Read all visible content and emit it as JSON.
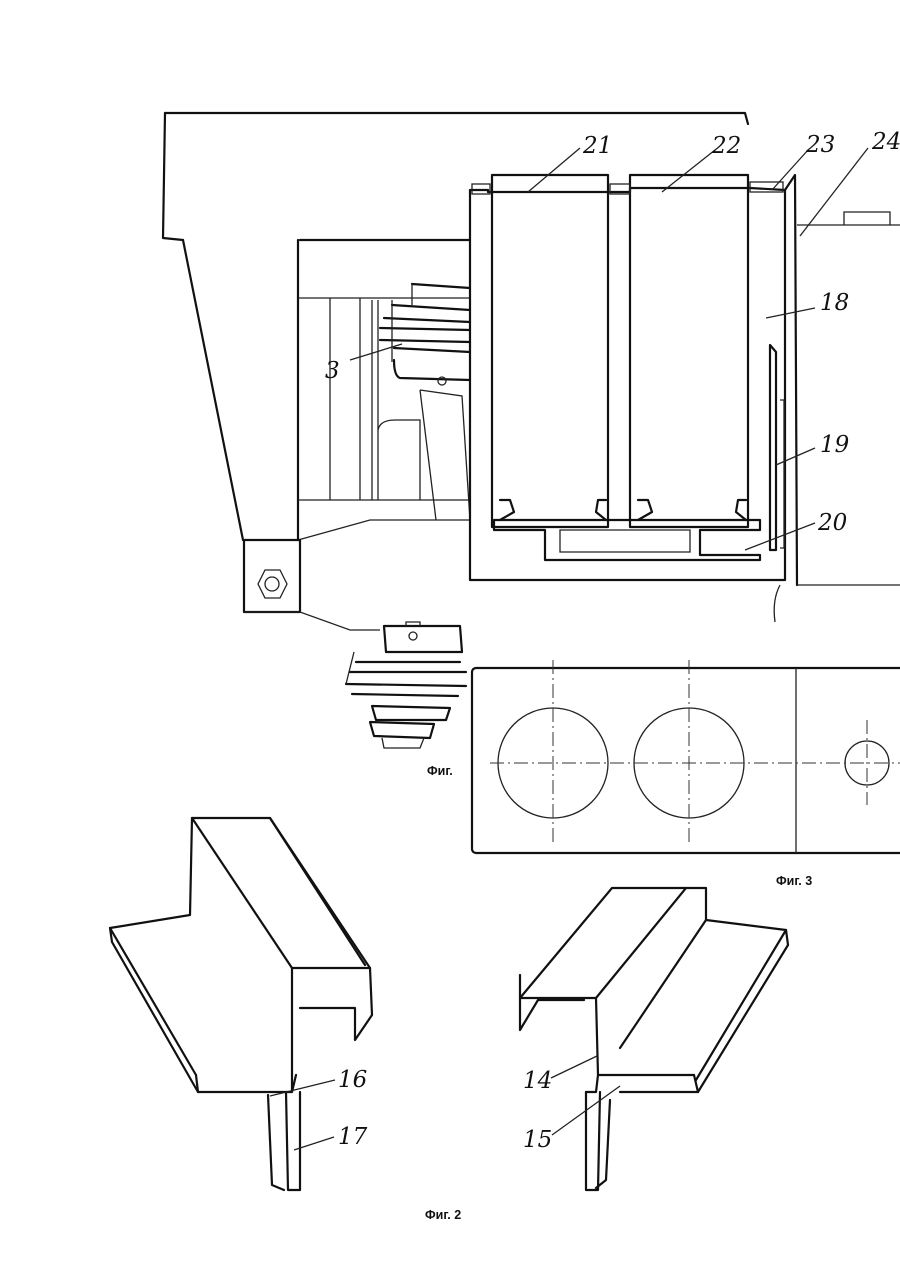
{
  "figures": {
    "fig1_caption": "Фиг.",
    "fig2_caption": "Фиг. 2",
    "fig3_caption": "Фиг. 3"
  },
  "labels": {
    "l3": "3",
    "l14": "14",
    "l15": "15",
    "l16": "16",
    "l17": "17",
    "l18": "18",
    "l19": "19",
    "l20": "20",
    "l21": "21",
    "l22": "22",
    "l23": "23",
    "l24": "24"
  },
  "colors": {
    "ink": "#111111",
    "paper": "#ffffff"
  }
}
